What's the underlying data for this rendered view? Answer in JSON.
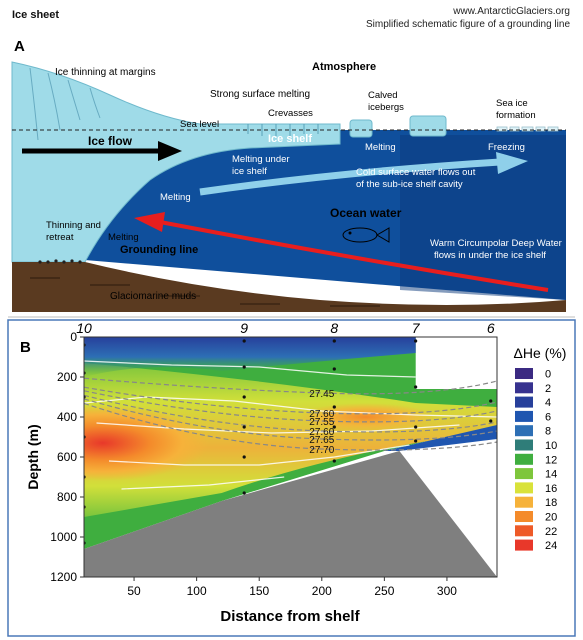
{
  "header": {
    "title": "Ice sheet",
    "source": "www.AntarcticGlaciers.org",
    "subtitle": "Simplified schematic figure of a grounding line"
  },
  "panel_a": {
    "label": "A",
    "labels": {
      "ice_thinning": "Ice thinning at margins",
      "atmosphere": "Atmosphere",
      "strong_melting": "Strong surface melting",
      "crevasses": "Crevasses",
      "calved_icebergs_1": "Calved",
      "calved_icebergs_2": "icebergs",
      "sea_ice_1": "Sea ice",
      "sea_ice_2": "formation",
      "sea_level": "Sea level",
      "ice_flow": "Ice flow",
      "ice_shelf": "Ice shelf",
      "melting_top": "Melting",
      "freezing": "Freezing",
      "melting_under_1": "Melting under",
      "melting_under_2": "ice shelf",
      "cold_water_1": "Cold surface water flows out",
      "cold_water_2": "of the sub-ice shelf cavity",
      "melting_mid": "Melting",
      "ocean_water": "Ocean water",
      "thinning_1": "Thinning and",
      "thinning_2": "retreat",
      "melting_low": "Melting",
      "grounding_line": "Grounding line",
      "warm_water_1": "Warm Circumpolar Deep Water",
      "warm_water_2": "flows in under the ice shelf",
      "muds": "Glaciomarine muds"
    },
    "colors": {
      "ice": "#9fdbe8",
      "ocean": "#0f4f9c",
      "ocean_dark": "#0b3a7c",
      "sediment": "#5a3a20",
      "cold_arrow": "#8fd0ea",
      "warm_arrow": "#e81e1e"
    }
  },
  "panel_b": {
    "label": "B",
    "legend_title": "ΔHe (%)",
    "legend": [
      {
        "value": "0",
        "color": "#3b2a82"
      },
      {
        "value": "2",
        "color": "#37328f"
      },
      {
        "value": "4",
        "color": "#27409b"
      },
      {
        "value": "6",
        "color": "#1f56b0"
      },
      {
        "value": "8",
        "color": "#2d6fb5"
      },
      {
        "value": "10",
        "color": "#2f7d79"
      },
      {
        "value": "12",
        "color": "#3fae3f"
      },
      {
        "value": "14",
        "color": "#7ec63c"
      },
      {
        "value": "16",
        "color": "#d9e23a"
      },
      {
        "value": "18",
        "color": "#f6b23a"
      },
      {
        "value": "20",
        "color": "#f48b2b"
      },
      {
        "value": "22",
        "color": "#ee5a28"
      },
      {
        "value": "24",
        "color": "#e8382a"
      }
    ],
    "stations": [
      "10",
      "9",
      "8",
      "7",
      "6"
    ],
    "isopycnals": [
      "27.45",
      "27.60",
      "27.55",
      "27.60",
      "27.65",
      "27.70"
    ]
  },
  "chart_data": {
    "type": "heatmap",
    "xlabel": "Distance from shelf",
    "ylabel": "Depth (m)",
    "xlim": [
      10,
      340
    ],
    "ylim": [
      0,
      1200
    ],
    "y_inverted": true,
    "x_ticks": [
      "50",
      "100",
      "150",
      "200",
      "250",
      "300"
    ],
    "y_ticks": [
      "0",
      "200",
      "400",
      "600",
      "800",
      "1000",
      "1200"
    ],
    "station_positions_km": [
      10,
      138,
      210,
      275,
      335
    ],
    "colorbar_title": "ΔHe (%)",
    "colorbar_values": [
      0,
      2,
      4,
      6,
      8,
      10,
      12,
      14,
      16,
      18,
      20,
      22,
      24
    ],
    "isopycnal_labels": [
      "27.45",
      "27.60",
      "27.55",
      "27.60",
      "27.65",
      "27.70"
    ],
    "isopycnal_depths_at_200km": [
      280,
      380,
      420,
      470,
      510,
      560
    ],
    "sample_points": [
      {
        "x": 10,
        "y": 40
      },
      {
        "x": 10,
        "y": 180
      },
      {
        "x": 10,
        "y": 300
      },
      {
        "x": 10,
        "y": 500
      },
      {
        "x": 10,
        "y": 700
      },
      {
        "x": 10,
        "y": 850
      },
      {
        "x": 10,
        "y": 1030
      },
      {
        "x": 138,
        "y": 20
      },
      {
        "x": 138,
        "y": 150
      },
      {
        "x": 138,
        "y": 300
      },
      {
        "x": 138,
        "y": 450
      },
      {
        "x": 138,
        "y": 600
      },
      {
        "x": 138,
        "y": 780
      },
      {
        "x": 210,
        "y": 20
      },
      {
        "x": 210,
        "y": 160
      },
      {
        "x": 210,
        "y": 350
      },
      {
        "x": 210,
        "y": 450
      },
      {
        "x": 210,
        "y": 620
      },
      {
        "x": 275,
        "y": 20
      },
      {
        "x": 275,
        "y": 250
      },
      {
        "x": 275,
        "y": 450
      },
      {
        "x": 275,
        "y": 520
      },
      {
        "x": 335,
        "y": 320
      },
      {
        "x": 335,
        "y": 420
      }
    ]
  }
}
